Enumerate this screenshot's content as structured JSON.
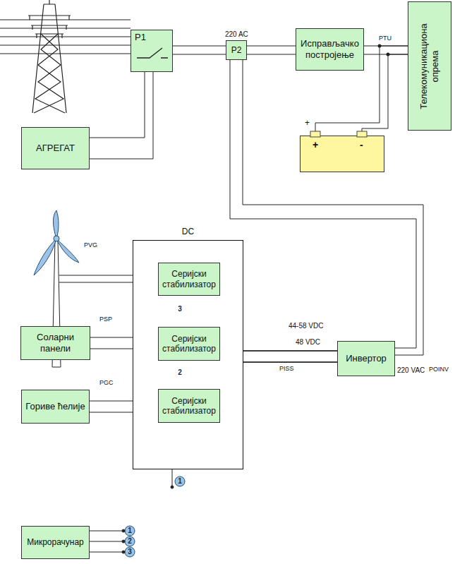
{
  "diagram": {
    "nodes": [
      {
        "text": [
          "P1"
        ]
      },
      {
        "text": [
          "P2"
        ]
      },
      {
        "text": [
          "Исправљачко постројење"
        ]
      },
      {
        "text": [
          "Телекомуникациона опрема"
        ]
      },
      {
        "text": [
          "+",
          "-"
        ]
      },
      {
        "text": [
          "АГРЕГАТ"
        ]
      },
      {
        "text": [
          "DC"
        ]
      },
      {
        "text": [
          "Серијски стабилизатор"
        ],
        "in": 6
      },
      {
        "text": [
          "Соларни панели"
        ]
      },
      {
        "text": [
          "Серијски стабилизатор"
        ],
        "in": 6
      },
      {
        "text": [
          "Гориве ћелије"
        ]
      },
      {
        "text": [
          "Серијски стабилизатор"
        ],
        "in": 6
      },
      {
        "text": [
          "Инвертор"
        ]
      },
      {
        "text": [
          "Микрорачунар"
        ]
      }
    ],
    "edges": [
      {
        "from": 5,
        "to": 0,
        "arrow": "none"
      },
      {
        "from": 0,
        "to": 1,
        "arrow": "none"
      },
      {
        "from": 1,
        "to": 2,
        "arrow": "none"
      },
      {
        "from": 2,
        "to": 3,
        "arrow": "none"
      },
      {
        "from": 4,
        "to": 3,
        "arrow": "none"
      },
      {
        "from": 12,
        "to": 1,
        "arrow": "none"
      },
      {
        "from": 8,
        "to": 9,
        "arrow": "none"
      },
      {
        "from": 10,
        "to": 11,
        "arrow": "none"
      },
      {
        "from": 7,
        "to": 12,
        "arrow": "none"
      },
      {
        "from": 9,
        "to": 12,
        "arrow": "none"
      },
      {
        "from": 11,
        "to": 12,
        "arrow": "none"
      }
    ],
    "labels": [
      "220 AC",
      "PTU",
      "+",
      "PVG",
      "PSP",
      "PGC",
      "3",
      "2",
      "1",
      "44-58 VDC",
      "48 VDC",
      "PISS",
      "220 VAC",
      "POINV",
      "1",
      "2",
      "3"
    ]
  }
}
